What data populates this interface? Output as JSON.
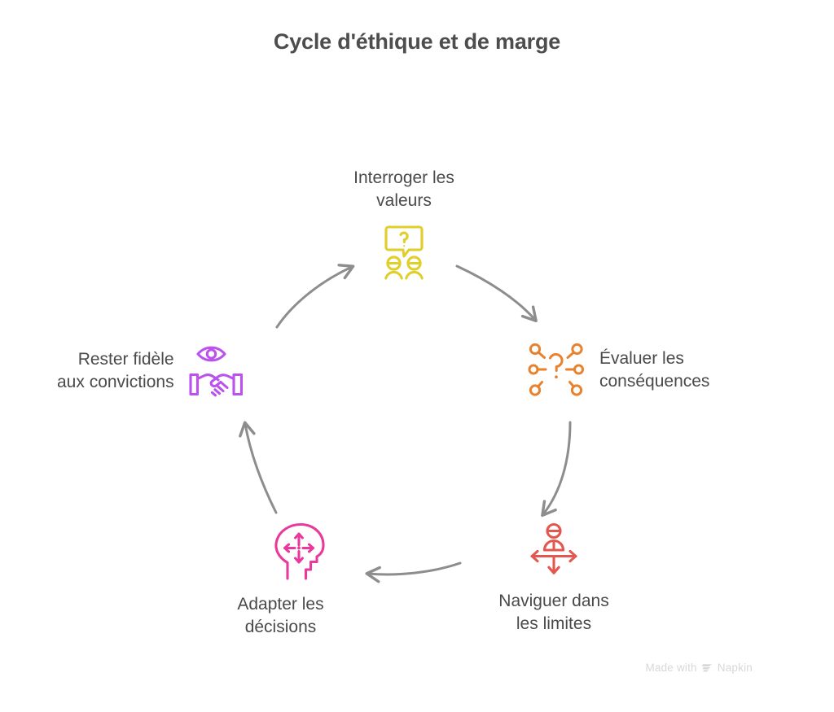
{
  "page": {
    "title": "Cycle d'éthique et de marge",
    "background_color": "#ffffff",
    "text_color": "#4a4a4a"
  },
  "chart_data": {
    "type": "diagram",
    "diagram_kind": "cycle",
    "title": "Cycle d'éthique et de marge",
    "direction": "clockwise",
    "node_count": 5,
    "nodes": [
      {
        "id": "interroger-les-valeurs",
        "label": "Interroger les\nvaleurs",
        "position": "top",
        "icon": "speech-bubble-question-people-icon",
        "color": "#E0CE2B"
      },
      {
        "id": "evaluer-les-consequences",
        "label": "Évaluer les\nconséquences",
        "position": "right",
        "icon": "question-network-nodes-icon",
        "color": "#E8822E"
      },
      {
        "id": "naviguer-dans-les-limites",
        "label": "Naviguer dans\nles limites",
        "position": "bottom-right",
        "icon": "person-boundary-arrows-icon",
        "color": "#E2584F"
      },
      {
        "id": "adapter-les-decisions",
        "label": "Adapter les\ndécisions",
        "position": "bottom-left",
        "icon": "head-four-direction-arrows-icon",
        "color": "#E8399C"
      },
      {
        "id": "rester-fidele-aux-convictions",
        "label": "Rester fidèle\naux convictions",
        "position": "left",
        "icon": "eye-handshake-icon",
        "color": "#BC52EE"
      }
    ],
    "connectors": [
      {
        "from": "interroger-les-valeurs",
        "to": "evaluer-les-consequences",
        "style": "curved-arrow",
        "color": "#8a8a8a"
      },
      {
        "from": "evaluer-les-consequences",
        "to": "naviguer-dans-les-limites",
        "style": "curved-arrow",
        "color": "#8a8a8a"
      },
      {
        "from": "naviguer-dans-les-limites",
        "to": "adapter-les-decisions",
        "style": "curved-arrow",
        "color": "#8a8a8a"
      },
      {
        "from": "adapter-les-decisions",
        "to": "rester-fidele-aux-convictions",
        "style": "curved-arrow",
        "color": "#8a8a8a"
      },
      {
        "from": "rester-fidele-aux-convictions",
        "to": "interroger-les-valeurs",
        "style": "curved-arrow",
        "color": "#8a8a8a"
      }
    ]
  },
  "watermark": {
    "prefix": "Made with",
    "brand": "Napkin",
    "color": "#d8d8d8"
  }
}
